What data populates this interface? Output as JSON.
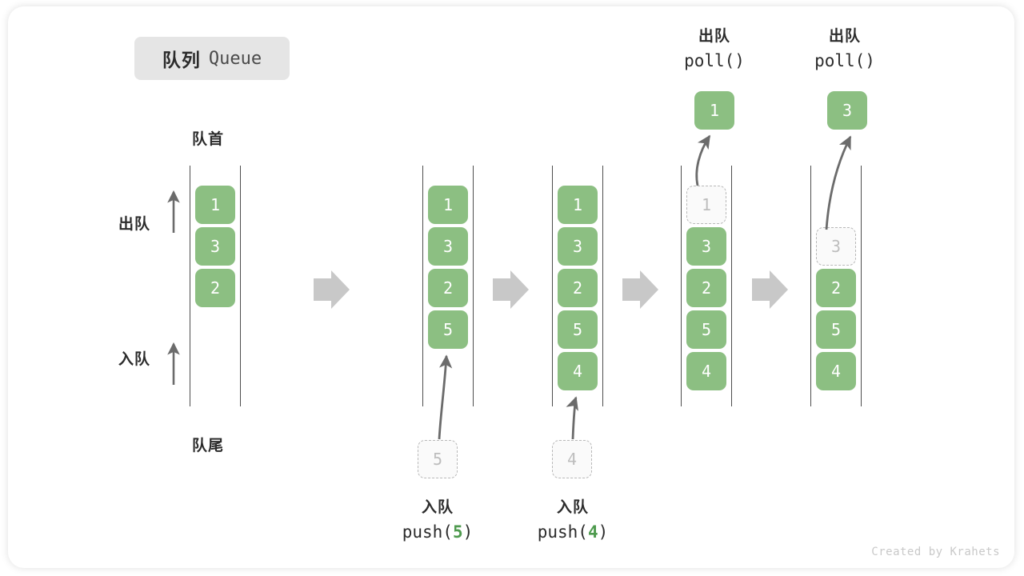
{
  "title": {
    "cn": "队列",
    "en": "Queue"
  },
  "axis_labels": {
    "front": "队首",
    "rear": "队尾",
    "dequeue": "出队",
    "enqueue": "入队"
  },
  "colors": {
    "element_fill": "#8cbf82",
    "element_text": "#ffffff",
    "ghost_fill": "#fafafa",
    "ghost_border": "#b8b8b8",
    "ghost_text": "#bdbdbd",
    "rail": "#4d4d4d",
    "arrow": "#6b6b6b",
    "step_arrow": "#c8c8c8",
    "badge_bg": "#e5e5e5",
    "arg_green": "#4e9a4e",
    "credit_text": "#c9c9c9"
  },
  "columns": [
    {
      "id": "col-initial",
      "slots": [
        {
          "value": "1",
          "state": "filled"
        },
        {
          "value": "3",
          "state": "filled"
        },
        {
          "value": "2",
          "state": "filled"
        }
      ]
    },
    {
      "id": "col-after-push-5",
      "slots": [
        {
          "value": "1",
          "state": "filled"
        },
        {
          "value": "3",
          "state": "filled"
        },
        {
          "value": "2",
          "state": "filled"
        },
        {
          "value": "5",
          "state": "filled"
        }
      ],
      "incoming_ghost": {
        "value": "5"
      },
      "caption": {
        "line1": "入队",
        "call": "push(",
        "arg": "5",
        "close": ")"
      }
    },
    {
      "id": "col-after-push-4",
      "slots": [
        {
          "value": "1",
          "state": "filled"
        },
        {
          "value": "3",
          "state": "filled"
        },
        {
          "value": "2",
          "state": "filled"
        },
        {
          "value": "5",
          "state": "filled"
        },
        {
          "value": "4",
          "state": "filled"
        }
      ],
      "incoming_ghost": {
        "value": "4"
      },
      "caption": {
        "line1": "入队",
        "call": "push(",
        "arg": "4",
        "close": ")"
      }
    },
    {
      "id": "col-after-poll-1",
      "slots": [
        {
          "value": "1",
          "state": "ghost"
        },
        {
          "value": "3",
          "state": "filled"
        },
        {
          "value": "2",
          "state": "filled"
        },
        {
          "value": "5",
          "state": "filled"
        },
        {
          "value": "4",
          "state": "filled"
        }
      ],
      "popped": {
        "value": "1"
      },
      "caption": {
        "line1": "出队",
        "call": "poll(",
        "arg": "",
        "close": ")"
      }
    },
    {
      "id": "col-after-poll-3",
      "slots": [
        {
          "value": "",
          "state": "empty"
        },
        {
          "value": "3",
          "state": "ghost"
        },
        {
          "value": "2",
          "state": "filled"
        },
        {
          "value": "5",
          "state": "filled"
        },
        {
          "value": "4",
          "state": "filled"
        }
      ],
      "popped": {
        "value": "3"
      },
      "caption": {
        "line1": "出队",
        "call": "poll(",
        "arg": "",
        "close": ")"
      }
    }
  ],
  "credit": "Created by Krahets"
}
